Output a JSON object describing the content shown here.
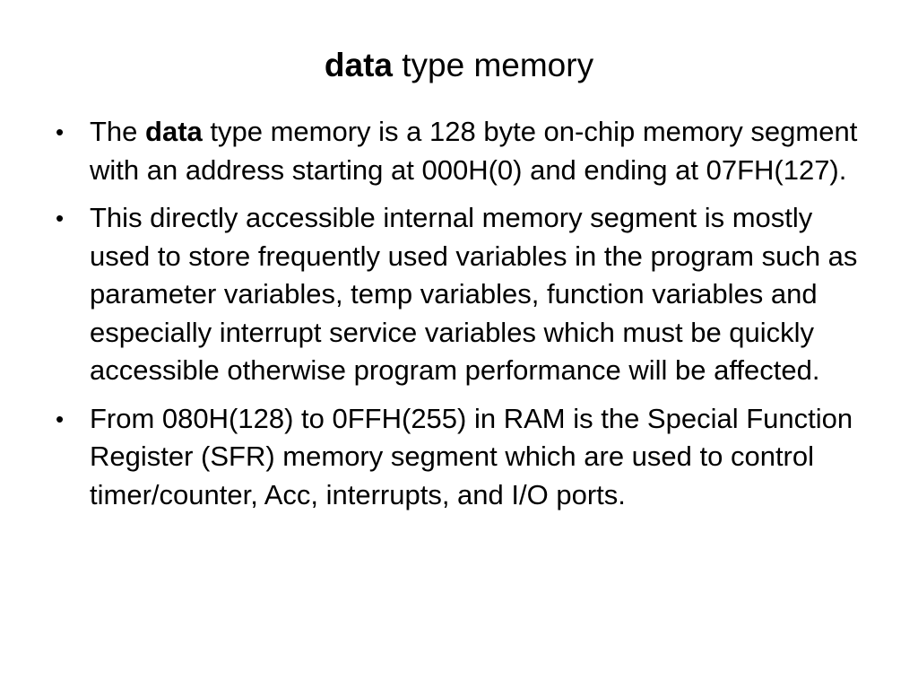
{
  "slide": {
    "title": {
      "bold": "data",
      "rest": " type memory"
    },
    "bullets": [
      {
        "lead": "The ",
        "bold": "data",
        "text": " type memory is a 128 byte on-chip memory segment with an address starting at 000H(0)  and ending at 07FH(127)."
      },
      {
        "text": "This directly accessible internal memory segment is mostly used to store frequently used variables in the program such as parameter variables, temp variables, function variables and especially interrupt service variables which must be quickly accessible otherwise program performance will be affected."
      },
      {
        "text": "From 080H(128) to 0FFH(255) in RAM is the Special Function Register (SFR) memory segment which are used to control timer/counter,  Acc, interrupts, and I/O ports."
      }
    ],
    "bullet_glyph": "•"
  }
}
